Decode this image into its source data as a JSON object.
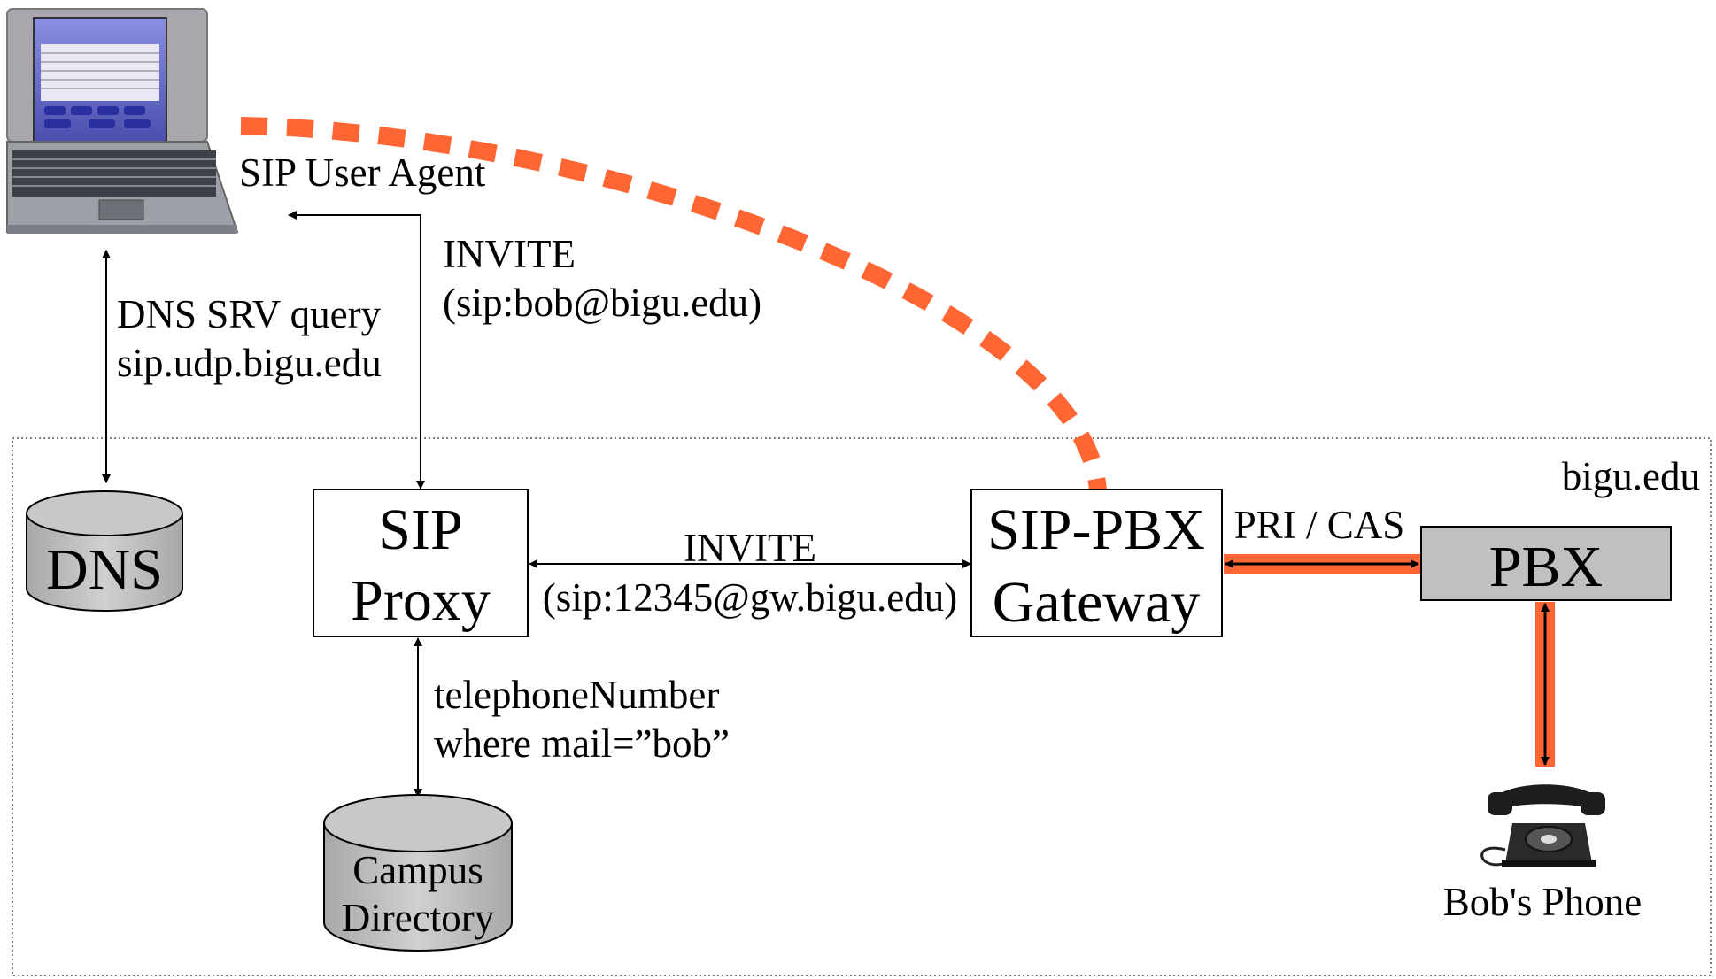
{
  "colors": {
    "accent": "#ff6633",
    "box_fill": "#c0c0c0",
    "white": "#ffffff",
    "line": "#000000"
  },
  "icons": {
    "laptop": "laptop-icon",
    "phone": "rotary-phone-icon"
  },
  "domain": "bigu.edu",
  "nodes": {
    "user_agent": "SIP User Agent",
    "dns": "DNS",
    "sip_proxy": [
      "SIP",
      "Proxy"
    ],
    "gateway": [
      "SIP-PBX",
      "Gateway"
    ],
    "pbx": "PBX",
    "directory": [
      "Campus",
      "Directory"
    ],
    "phone": "Bob's Phone"
  },
  "messages": {
    "dns_query": [
      "DNS SRV query",
      "sip.udp.bigu.edu"
    ],
    "invite_ua": [
      "INVITE",
      "(sip:bob@bigu.edu)"
    ],
    "invite_gw": [
      "INVITE",
      "(sip:12345@gw.bigu.edu)"
    ],
    "directory_query": [
      "telephoneNumber",
      "where mail=”bob”"
    ],
    "trunk": "PRI / CAS"
  }
}
